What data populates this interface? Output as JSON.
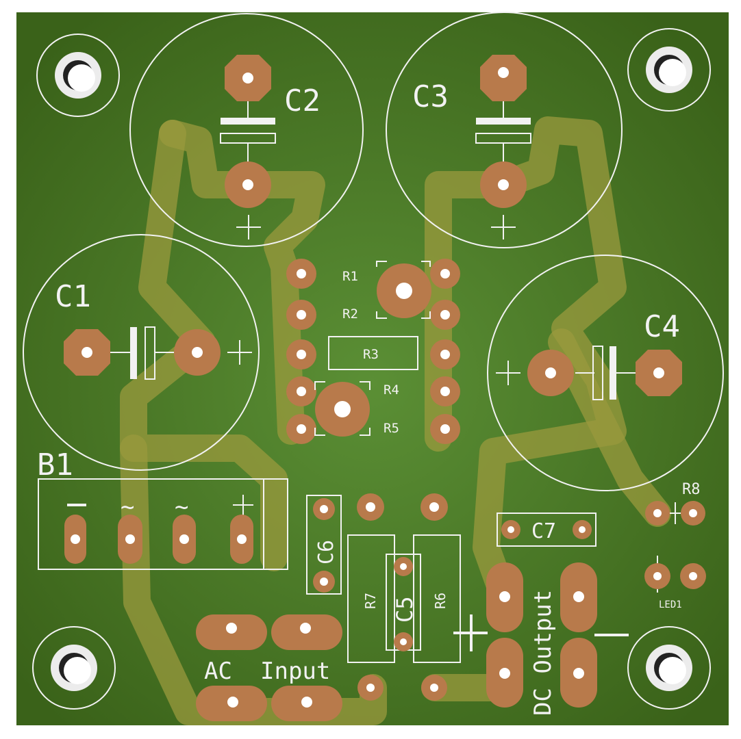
{
  "board": {
    "colors": {
      "substrate": "#3f6b1f",
      "substrate_center": "#5b8f35",
      "copper_pad": "#b87a4b",
      "trace": "#9a9a3e",
      "silkscreen": "#f2f2f2",
      "drill_hole": "#ffffff"
    }
  },
  "labels": {
    "c1": "C1",
    "c2": "C2",
    "c3": "C3",
    "c4": "C4",
    "c5": "C5",
    "c6": "C6",
    "c7": "C7",
    "b1": "B1",
    "r1": "R1",
    "r2": "R2",
    "r3": "R3",
    "r4": "R4",
    "r5": "R5",
    "r6": "R6",
    "r7": "R7",
    "r8": "R8",
    "led1": "LED1",
    "ac": "AC",
    "input": "Input",
    "dc_output": "DC Output",
    "plus": "+",
    "minus": "−",
    "tilde": "~"
  }
}
